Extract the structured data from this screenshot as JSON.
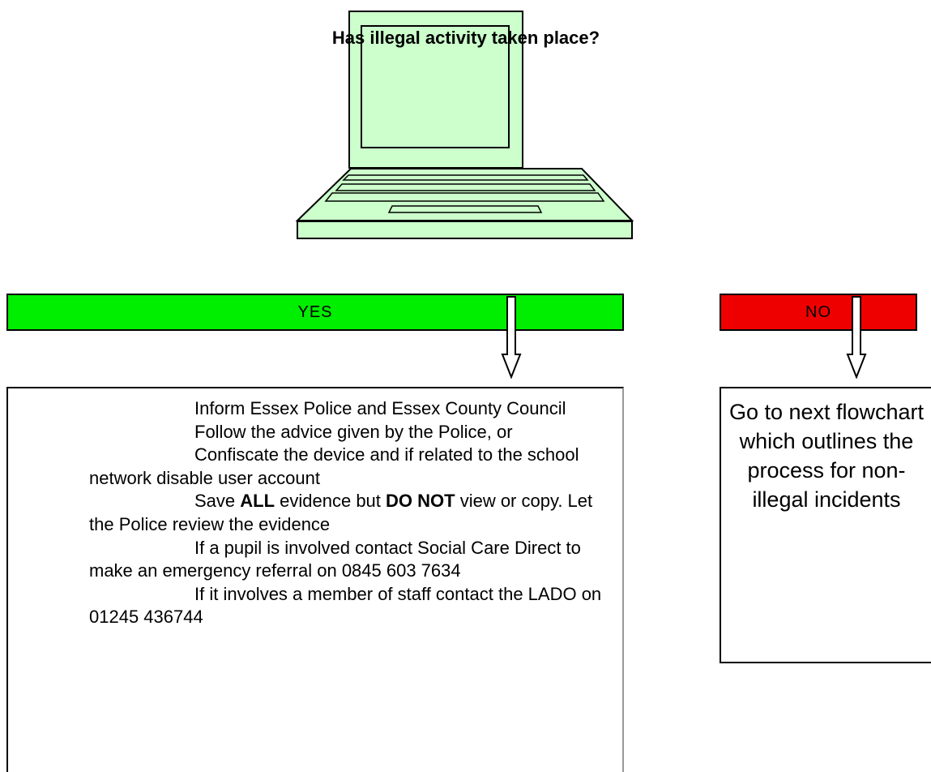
{
  "start_node": {
    "question": "Has illegal activity taken place?"
  },
  "branches": {
    "yes": {
      "label": "YES",
      "color": "#00ee00",
      "steps": [
        {
          "text": "Inform Essex Police and Essex County Council"
        },
        {
          "text": "Follow the advice given by the Police, or"
        },
        {
          "text": "Confiscate the device and if related to the school network disable user account"
        },
        {
          "pre": "Save ",
          "bold1": "ALL",
          "mid": " evidence but ",
          "bold2": "DO NOT",
          "post": " view or copy.  Let the Police review the evidence"
        },
        {
          "text": "If a pupil is involved contact Social Care Direct to make an emergency referral on 0845 603 7634"
        },
        {
          "text": "If it involves a member of staff contact the LADO on 01245 436744"
        }
      ]
    },
    "no": {
      "label": "NO",
      "color": "#ee0000",
      "action": "Go to next flowchart which outlines the process for non-illegal incidents"
    }
  },
  "colors": {
    "laptop_fill": "#ccffcc",
    "outline": "#000000"
  }
}
